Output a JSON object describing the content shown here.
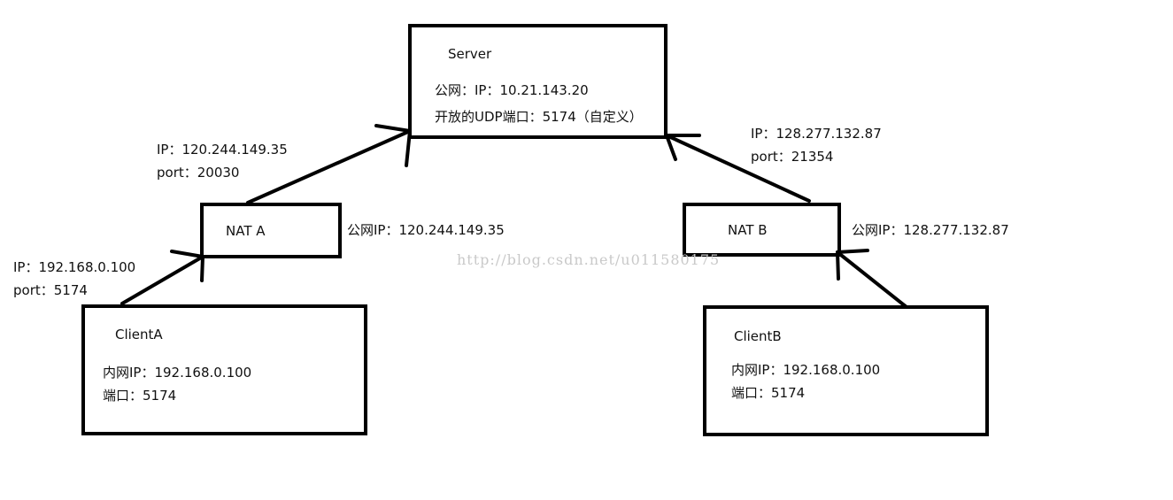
{
  "server": {
    "title": "Server",
    "public_ip": "公网：IP：10.21.143.20",
    "udp_port": "开放的UDP端口：5174（自定义）"
  },
  "nat_a": {
    "title": "NAT   A",
    "public_ip": "公网IP：120.244.149.35",
    "mapped_ip": "IP：120.244.149.35",
    "mapped_port": "port：20030"
  },
  "nat_b": {
    "title": "NAT  B",
    "public_ip": "公网IP：128.277.132.87",
    "mapped_ip": "IP：128.277.132.87",
    "mapped_port": "port：21354"
  },
  "client_a": {
    "title": "ClientA",
    "lan_ip": "内网IP：192.168.0.100",
    "port": "端口：5174",
    "outgoing_ip": "IP：192.168.0.100",
    "outgoing_port": "port：5174"
  },
  "client_b": {
    "title": "ClientB",
    "lan_ip": "内网IP：192.168.0.100",
    "port": "端口：5174"
  },
  "watermark": "http://blog.csdn.net/u011580175",
  "colors": {
    "line": "#000000",
    "text": "#111111",
    "watermark": "#c9c9c9"
  }
}
